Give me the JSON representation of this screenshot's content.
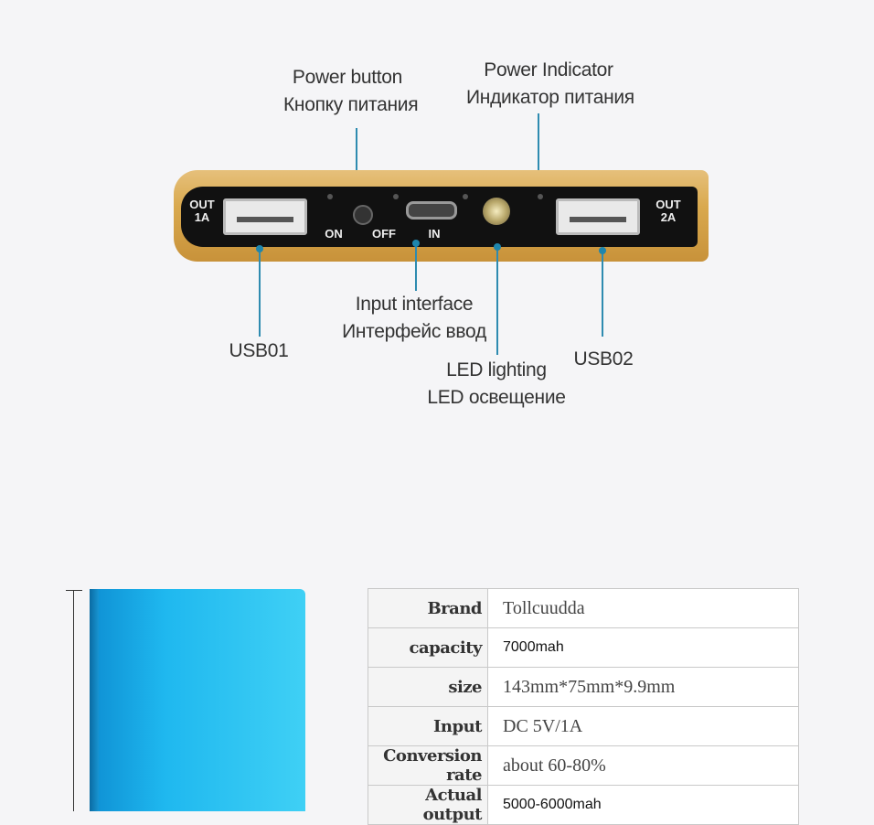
{
  "labels": {
    "power_button": {
      "en": "Power button",
      "ru": "Кнопку питания"
    },
    "power_indicator": {
      "en": "Power Indicator",
      "ru": "Индикатор питания"
    },
    "input_interface": {
      "en": "Input interface",
      "ru": "Интерфейс ввод"
    },
    "led_lighting": {
      "en": "LED lighting",
      "ru": "LED освещение"
    },
    "usb01": "USB01",
    "usb02": "USB02"
  },
  "device": {
    "left_port_label": "OUT\n1A",
    "right_port_label": "OUT\n2A",
    "on_label": "ON",
    "off_label": "OFF",
    "in_label": "IN"
  },
  "colors": {
    "leader": "#2e8bb0",
    "device_gold": "#d9a94e",
    "product_blue": "#1fb8ef"
  },
  "spec": [
    {
      "key": "Brand",
      "value": "Tollcuudda"
    },
    {
      "key": "capacity",
      "value": "7000mah"
    },
    {
      "key": "size",
      "value": "143mm*75mm*9.9mm"
    },
    {
      "key": "Input",
      "value": "DC 5V/1A"
    },
    {
      "key": "Conversion rate",
      "value": "about 60-80%"
    },
    {
      "key": "Actual output",
      "value": "5000-6000mah"
    }
  ]
}
